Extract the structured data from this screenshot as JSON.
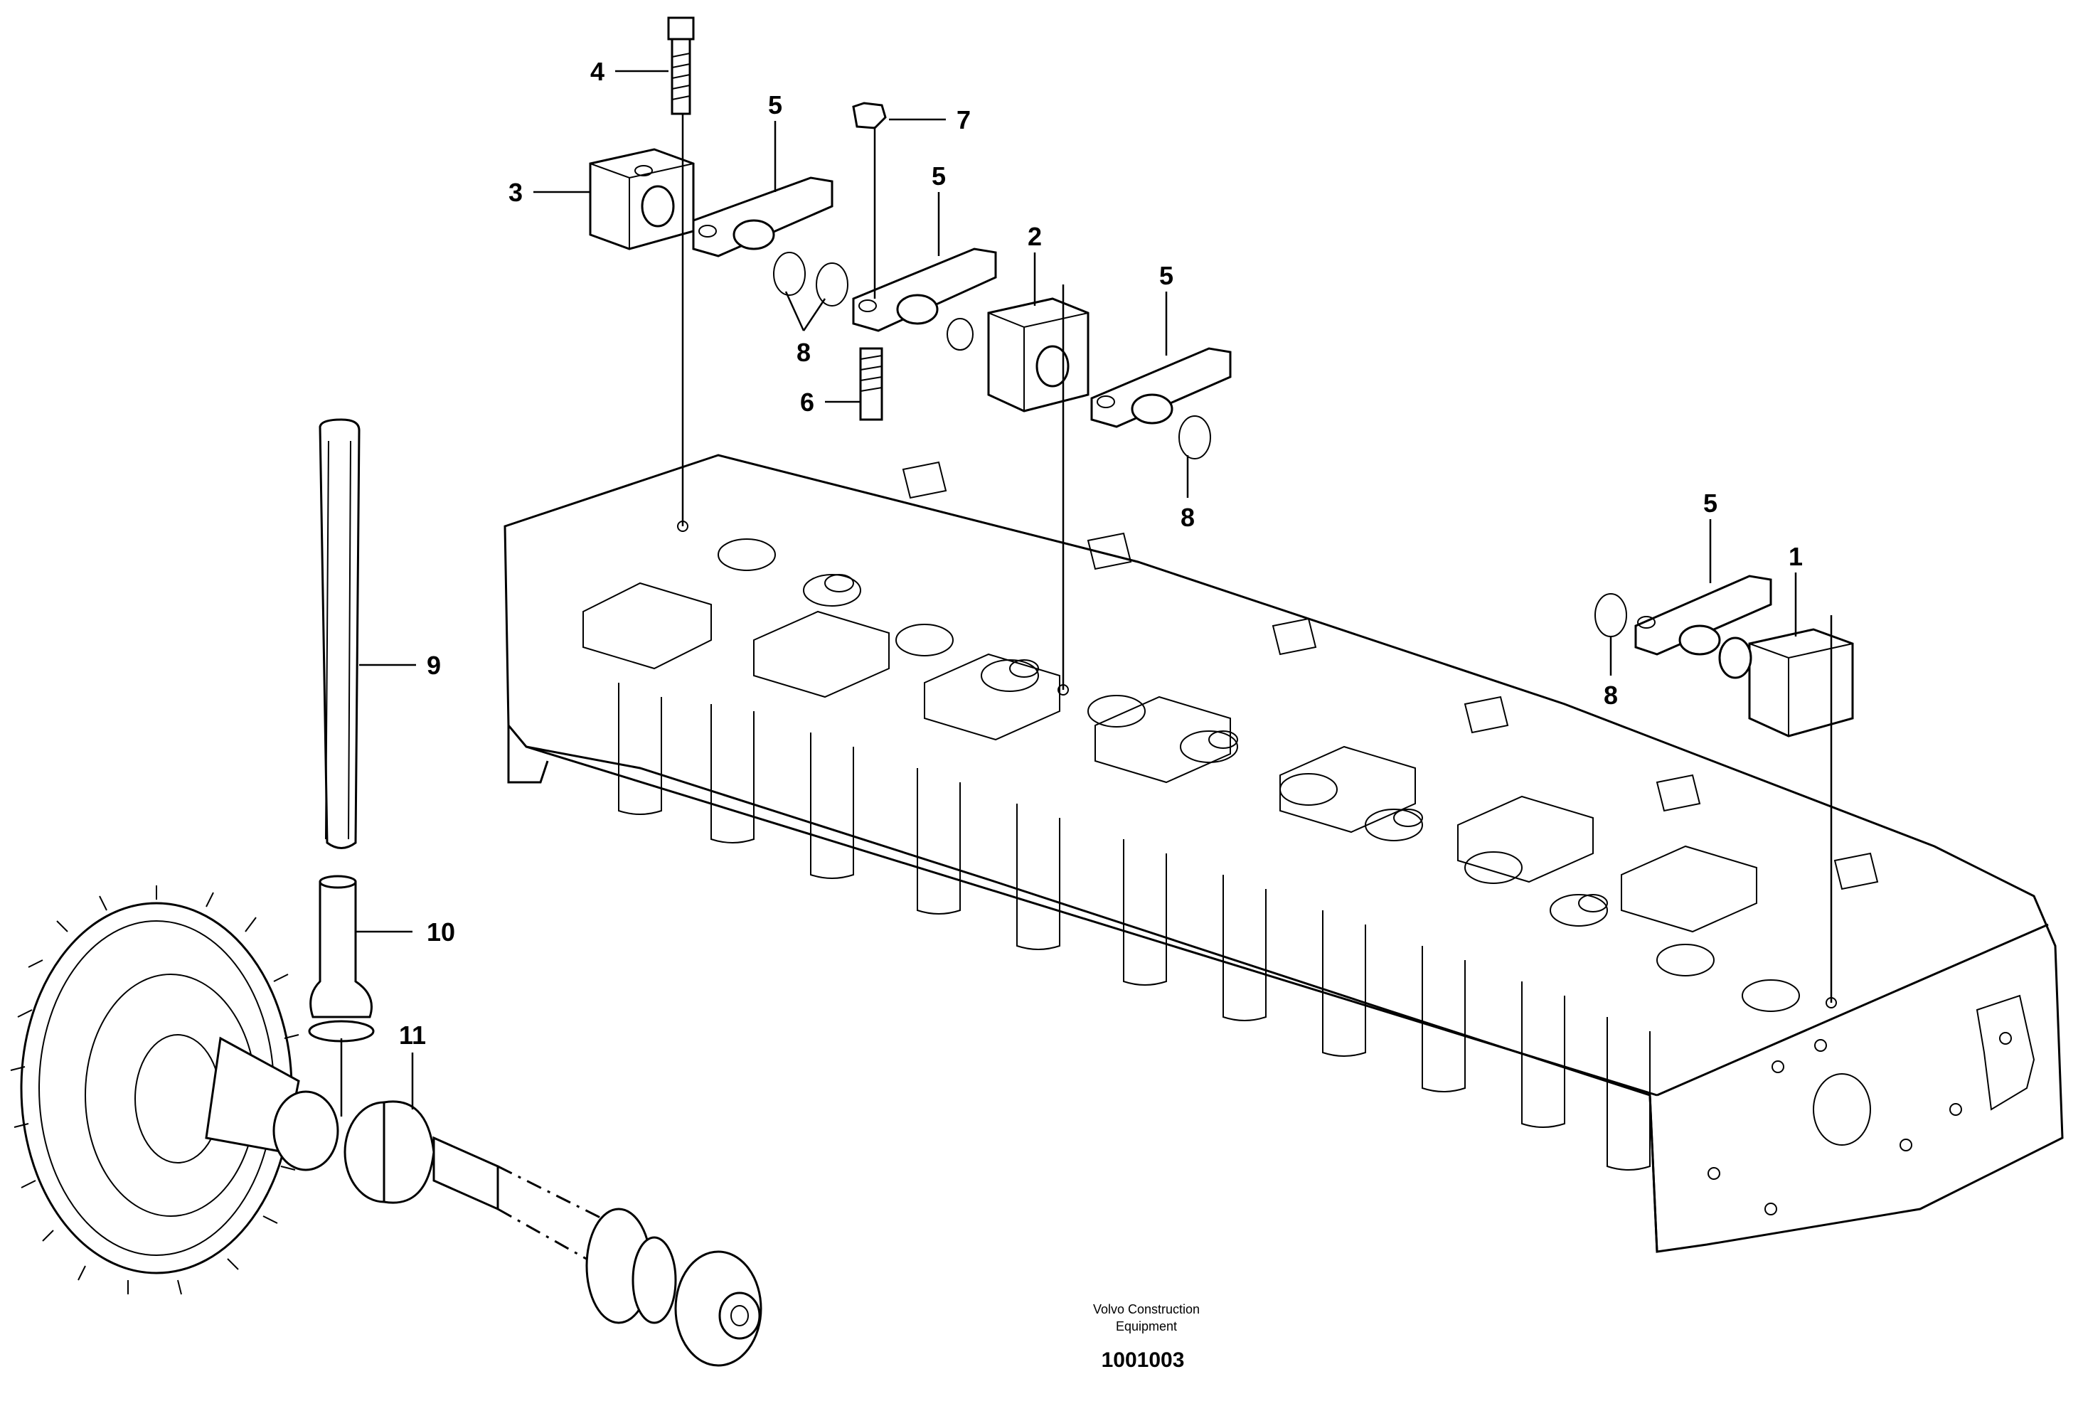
{
  "diagram": {
    "callouts": [
      {
        "id": "c1",
        "label": "1"
      },
      {
        "id": "c2",
        "label": "2"
      },
      {
        "id": "c3",
        "label": "3"
      },
      {
        "id": "c4",
        "label": "4"
      },
      {
        "id": "c5a",
        "label": "5"
      },
      {
        "id": "c5b",
        "label": "5"
      },
      {
        "id": "c5c",
        "label": "5"
      },
      {
        "id": "c5d",
        "label": "5"
      },
      {
        "id": "c6",
        "label": "6"
      },
      {
        "id": "c7",
        "label": "7"
      },
      {
        "id": "c8a",
        "label": "8"
      },
      {
        "id": "c8b",
        "label": "8"
      },
      {
        "id": "c8c",
        "label": "8"
      },
      {
        "id": "c9",
        "label": "9"
      },
      {
        "id": "c10",
        "label": "10"
      },
      {
        "id": "c11",
        "label": "11"
      }
    ],
    "footer": {
      "brand_line1": "Volvo Construction",
      "brand_line2": "Equipment",
      "doc_number": "1001003"
    }
  }
}
